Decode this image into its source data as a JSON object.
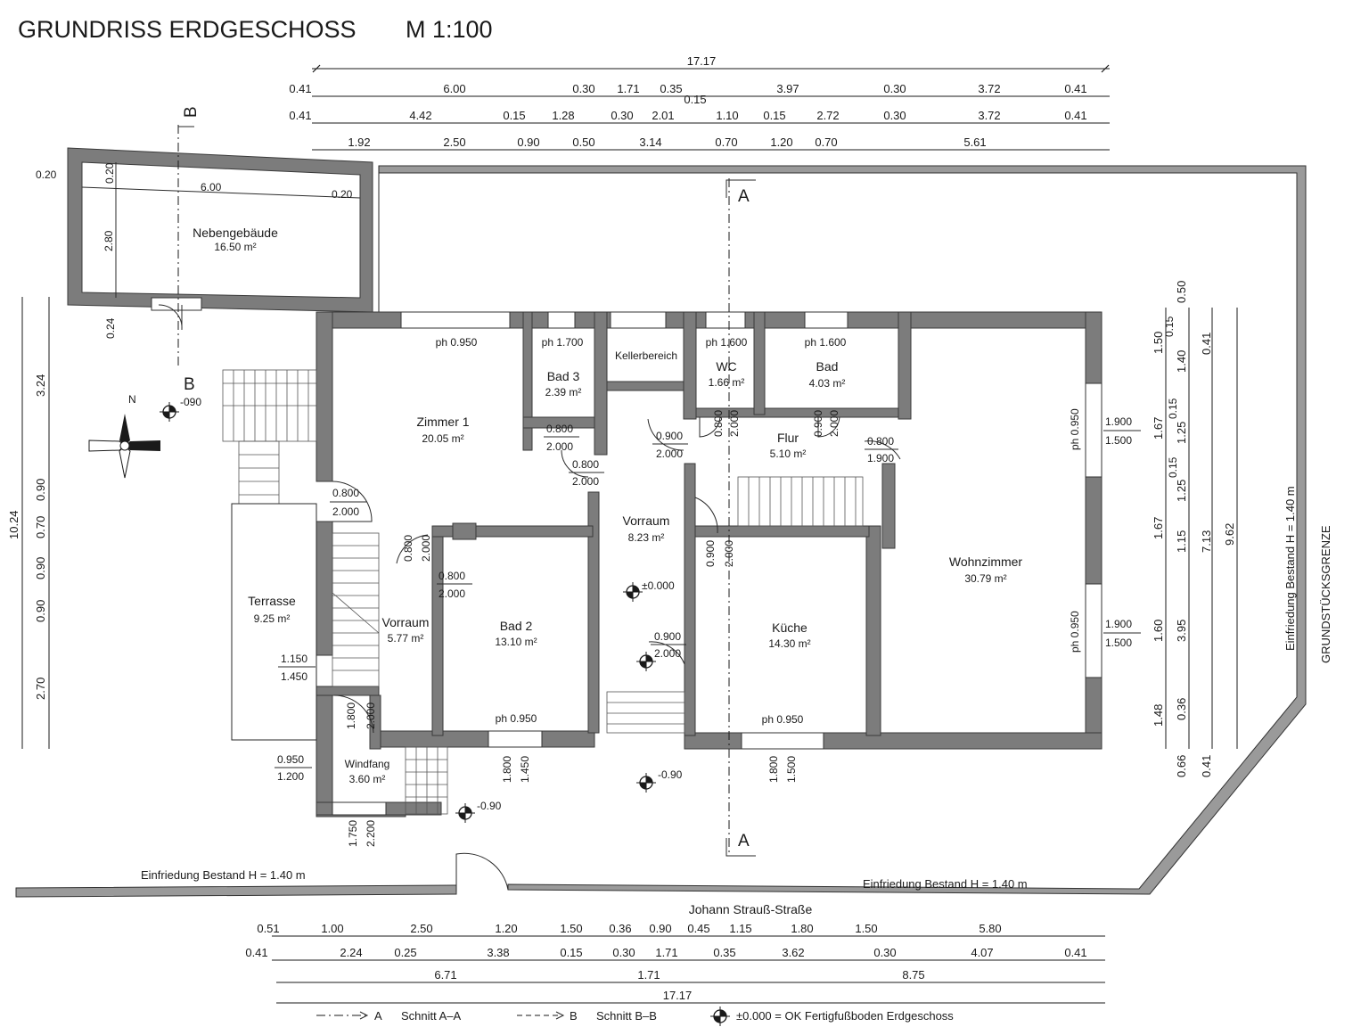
{
  "header": {
    "title": "GRUNDRISS ERDGESCHOSS",
    "scale": "M 1:100"
  },
  "rooms": [
    {
      "key": "nebengebaeude",
      "name": "Nebengebäude",
      "area": "16.50 m²"
    },
    {
      "key": "zimmer1",
      "name": "Zimmer 1",
      "area": "20.05 m²"
    },
    {
      "key": "bad3",
      "name": "Bad 3",
      "area": "2.39 m²"
    },
    {
      "key": "keller",
      "name": "Kellerbereich",
      "area": ""
    },
    {
      "key": "wc",
      "name": "WC",
      "area": "1.66 m²"
    },
    {
      "key": "bad",
      "name": "Bad",
      "area": "4.03 m²"
    },
    {
      "key": "flur",
      "name": "Flur",
      "area": "5.10 m²"
    },
    {
      "key": "vorraum1",
      "name": "Vorraum",
      "area": "8.23 m²"
    },
    {
      "key": "terrasse",
      "name": "Terrasse",
      "area": "9.25 m²"
    },
    {
      "key": "vorraum2",
      "name": "Vorraum",
      "area": "5.77 m²"
    },
    {
      "key": "bad2",
      "name": "Bad 2",
      "area": "13.10 m²"
    },
    {
      "key": "kueche",
      "name": "Küche",
      "area": "14.30 m²"
    },
    {
      "key": "wohnzimmer",
      "name": "Wohnzimmer",
      "area": "30.79 m²"
    },
    {
      "key": "windfang",
      "name": "Windfang",
      "area": "3.60 m²"
    }
  ],
  "dimensions": {
    "top_total": "17.17",
    "top_row1": [
      "0.41",
      "6.00",
      "0.30",
      "1.71",
      "0.35",
      "0.15",
      "3.97",
      "0.30",
      "3.72",
      "0.41"
    ],
    "top_row2": [
      "0.41",
      "4.42",
      "0.15",
      "1.28",
      "0.30",
      "2.01",
      "1.10",
      "0.15",
      "2.72",
      "0.30",
      "3.72",
      "0.41"
    ],
    "top_row3": [
      "1.92",
      "2.50",
      "0.90",
      "0.50",
      "3.14",
      "0.70",
      "1.20",
      "0.70",
      "5.61"
    ],
    "bottom_row1": [
      "0.51",
      "1.00",
      "2.50",
      "1.20",
      "1.50",
      "0.36",
      "0.90",
      "0.45",
      "1.15",
      "1.80",
      "1.50",
      "5.80"
    ],
    "bottom_row2": [
      "0.41",
      "2.24",
      "0.25",
      "3.38",
      "0.15",
      "0.30",
      "1.71",
      "0.35",
      "3.62",
      "0.30",
      "4.07",
      "0.41"
    ],
    "bottom_row3": [
      "6.71",
      "1.71",
      "8.75"
    ],
    "bottom_total": "17.17",
    "left_total": "10.24",
    "left_parts": [
      "3.24",
      "0.90",
      "0.70",
      "0.90",
      "0.90",
      "2.70"
    ],
    "right_a": [
      "1.50",
      "1.67",
      "1.67",
      "1.60",
      "1.48"
    ],
    "right_b": [
      "0.15",
      "1.40",
      "0.15",
      "1.25",
      "0.15",
      "1.25",
      "1.15",
      "3.95",
      "0.36",
      "0.66"
    ],
    "right_top": "0.50",
    "right_c": [
      "0.41",
      "7.13",
      "0.41"
    ],
    "right_total": "9.62",
    "neben": [
      "0.20",
      "0.20",
      "6.00",
      "0.20",
      "2.80",
      "0.24"
    ]
  },
  "openings": {
    "ph_zimmer1": "ph 0.950",
    "ph_bad3": "ph 1.700",
    "ph_wc": "ph 1.600",
    "ph_bad": "ph 1.600",
    "ph_bad2": "ph 0.950",
    "ph_kueche": "ph 0.950",
    "ph_wohn1": "ph 0.950",
    "ph_wohn2": "ph 0.950",
    "d_bad3": [
      "0.800",
      "2.000"
    ],
    "d_zimmer_vor": [
      "0.800",
      "2.000"
    ],
    "d_vorraum_top": [
      "0.900",
      "2.000"
    ],
    "d_flur": [
      "0.800",
      "1.900"
    ],
    "d_zimmer1": [
      "0.800",
      "2.000"
    ],
    "d_vorraum2_v": [
      "0.800",
      "2.000"
    ],
    "d_bad2": [
      "0.800",
      "2.000"
    ],
    "d_kueche_v": [
      "0.900",
      "2.000"
    ],
    "d_vorraum_low": [
      "0.900",
      "2.000"
    ],
    "d_wc": [
      "0.800",
      "2.000"
    ],
    "d_bad": [
      "0.900",
      "2.000"
    ],
    "w_wohn1": [
      "1.900",
      "1.500"
    ],
    "w_wohn2": [
      "1.900",
      "1.500"
    ],
    "d_terrasse": [
      "1.150",
      "1.450"
    ],
    "d_windfang_v": [
      "1.800",
      "2.000"
    ],
    "w_windfang": [
      "0.950",
      "1.200"
    ],
    "d_entry": [
      "1.750",
      "2.200"
    ],
    "w_bad2": [
      "1.800",
      "1.450"
    ],
    "w_kueche": [
      "1.800",
      "1.500"
    ]
  },
  "levels": {
    "pm0": "±0.000",
    "m090a": "-0.90",
    "m090b": "-0.90",
    "m090c": "-090"
  },
  "labels": {
    "street": "Johann Strauß-Straße",
    "fence_left": "Einfriedung Bestand H = 1.40 m",
    "fence_right": "Einfriedung Bestand H = 1.40 m",
    "fence_vertical": "Einfriedung Bestand H = 1.40 m",
    "boundary": "GRUNDSTÜCKSGRENZE",
    "north": "N",
    "section_a": "A",
    "section_b": "B"
  },
  "legend": {
    "a_letter": "A",
    "a_text": "Schnitt A–A",
    "b_letter": "B",
    "b_text": "Schnitt B–B",
    "level_text": "±0.000  = OK Fertigfußboden Erdgeschoss"
  }
}
